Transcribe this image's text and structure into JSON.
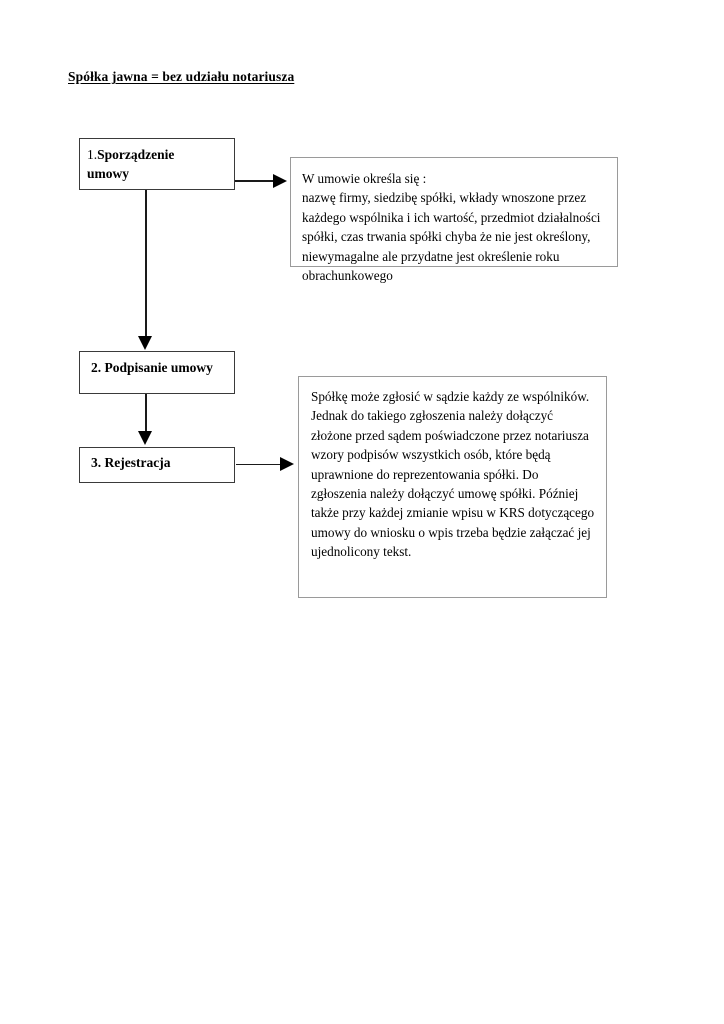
{
  "document": {
    "title": "Spółka jawna = bez udziału notariusza"
  },
  "flowchart": {
    "steps": [
      {
        "number": "1.",
        "label": "Sporządzenie",
        "label_line2": "umowy"
      },
      {
        "number": "2.",
        "label": " Podpisanie umowy"
      },
      {
        "number": "3.",
        "label": " Rejestracja"
      }
    ],
    "descriptions": [
      {
        "text": "W umowie określa się :\nnazwę firmy, siedzibę spółki, wkłady wnoszone przez każdego wspólnika i ich wartość, przedmiot działalności spółki, czas trwania spółki chyba że nie jest określony, niewymagalne ale przydatne jest określenie roku obrachunkowego"
      },
      {
        "text": "Spółkę może zgłosić w sądzie każdy ze wspólników. Jednak do takiego zgłoszenia należy dołączyć złożone przed sądem poświadczone przez notariusza wzory podpisów wszystkich osób, które będą uprawnione do reprezentowania spółki. Do zgłoszenia należy dołączyć umowę spółki. Później także przy każdej zmianie wpisu w KRS dotyczącego umowy do wniosku o wpis trzeba będzie załączać jej ujednolicony tekst."
      }
    ],
    "connectors": [
      {
        "name": "step-1-to-description-1",
        "direction": "right"
      },
      {
        "name": "step-1-to-step-2",
        "direction": "down"
      },
      {
        "name": "step-2-to-step-3",
        "direction": "down"
      },
      {
        "name": "step-3-to-description-2",
        "direction": "right"
      }
    ]
  },
  "colors": {
    "page_background": "#ffffff",
    "text": "#000000",
    "step_box_border": "#3a3a3a",
    "description_box_border": "#9a9a9a",
    "arrow": "#000000"
  }
}
